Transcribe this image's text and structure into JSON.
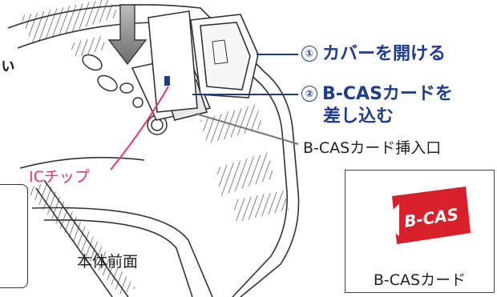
{
  "labels": {
    "step1_num": "①",
    "step1_text": "カバーを開ける",
    "step2_num": "②",
    "step2_line1": "B-CASカードを",
    "step2_line2": "差し込む",
    "slot": "B-CASカード挿入口",
    "ic_chip": "ICチップ",
    "front": "本体前面",
    "card_caption": "B-CASカード",
    "logo_text": "B-CAS",
    "edge_fragment": "ぃ"
  },
  "colors": {
    "step_text": "#1f3d8f",
    "ic_chip": "#e8356d",
    "logo_red": "#d7202a",
    "arrow": "#7a7a7a"
  }
}
